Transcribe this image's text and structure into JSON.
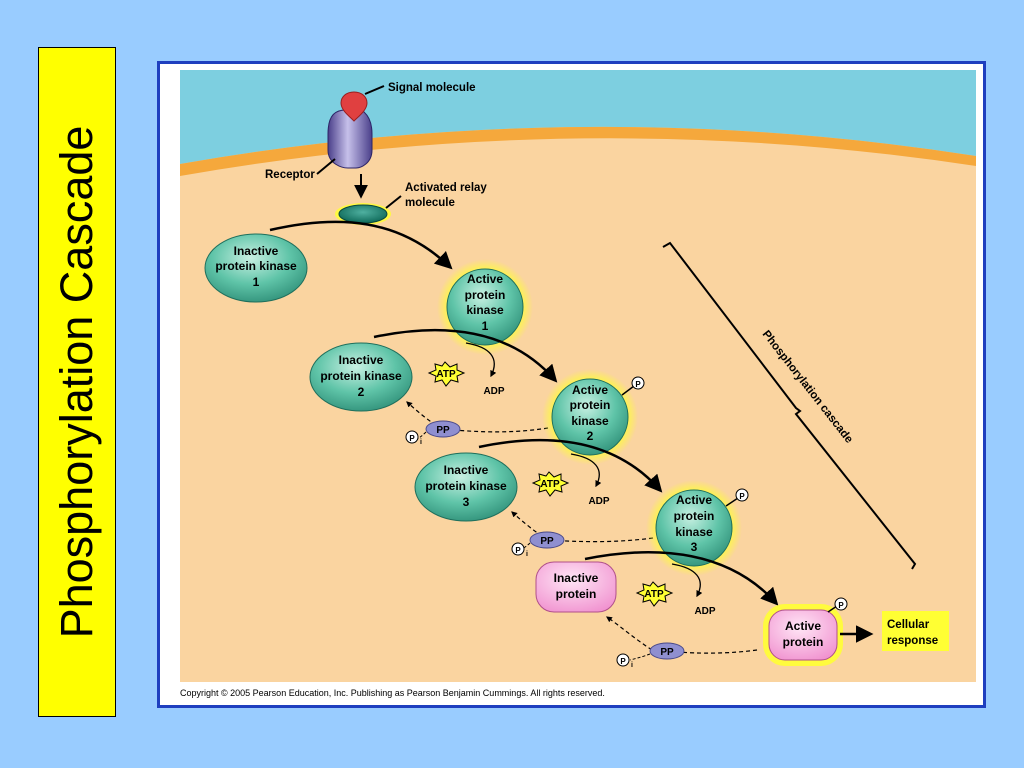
{
  "slide_title": "Phosphorylation Cascade",
  "labels": {
    "signal_molecule": "Signal molecule",
    "receptor": "Receptor",
    "relay_line1": "Activated relay",
    "relay_line2": "molecule",
    "cascade_bracket": "Phosphorylation cascade",
    "cellular_response_line1": "Cellular",
    "cellular_response_line2": "response",
    "copyright": "Copyright © 2005 Pearson Education, Inc. Publishing as Pearson Benjamin Cummings. All rights reserved."
  },
  "inactive_kinase_1": {
    "line1": "Inactive",
    "line2": "protein kinase",
    "line3": "1"
  },
  "active_kinase_1": {
    "line1": "Active",
    "line2": "protein",
    "line3": "kinase",
    "line4": "1"
  },
  "inactive_kinase_2": {
    "line1": "Inactive",
    "line2": "protein kinase",
    "line3": "2"
  },
  "active_kinase_2": {
    "line1": "Active",
    "line2": "protein",
    "line3": "kinase",
    "line4": "2"
  },
  "inactive_kinase_3": {
    "line1": "Inactive",
    "line2": "protein kinase",
    "line3": "3"
  },
  "active_kinase_3": {
    "line1": "Active",
    "line2": "protein",
    "line3": "kinase",
    "line4": "3"
  },
  "inactive_protein": {
    "line1": "Inactive",
    "line2": "protein"
  },
  "active_protein": {
    "line1": "Active",
    "line2": "protein"
  },
  "symbols": {
    "atp": "ATP",
    "adp": "ADP",
    "pp": "PP",
    "p": "P",
    "pi_sub": "i"
  },
  "colors": {
    "cytoplasm": "#fad4a0",
    "extracellular": "#7dcfe0",
    "membrane": "#f5a83c",
    "kinase_fill": "#5fc4a8",
    "active_glow": "#ffff33",
    "protein_fill": "#f9a8d8",
    "receptor": "#8a7fc2",
    "signal": "#e04040",
    "phosphatase": "#8f8fd0",
    "frame_border": "#1f3fbf",
    "title_box": "#ffff00"
  }
}
